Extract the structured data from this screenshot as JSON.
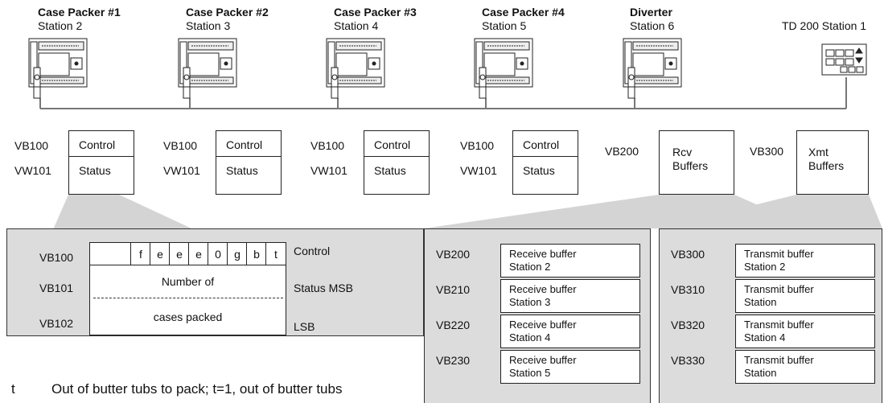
{
  "stations": [
    {
      "name": "Case Packer #1",
      "station": "Station 2"
    },
    {
      "name": "Case Packer #2",
      "station": "Station 3"
    },
    {
      "name": "Case Packer #3",
      "station": "Station 4"
    },
    {
      "name": "Case Packer #4",
      "station": "Station 5"
    },
    {
      "name": "Diverter",
      "station": "Station 6"
    }
  ],
  "td200": {
    "label": "TD 200 Station 1"
  },
  "memory": [
    {
      "addr1": "VB100",
      "addr2": "VW101",
      "row1": "Control",
      "row2": "Status"
    },
    {
      "addr1": "VB100",
      "addr2": "VW101",
      "row1": "Control",
      "row2": "Status"
    },
    {
      "addr1": "VB100",
      "addr2": "VW101",
      "row1": "Control",
      "row2": "Status"
    },
    {
      "addr1": "VB100",
      "addr2": "VW101",
      "row1": "Control",
      "row2": "Status"
    }
  ],
  "rcv": {
    "addr": "VB200",
    "line1": "Rcv",
    "line2": "Buffers"
  },
  "xmt": {
    "addr": "VB300",
    "line1": "Xmt",
    "line2": "Buffers"
  },
  "detail": {
    "rows": [
      "VB100",
      "VB101",
      "VB102"
    ],
    "bits": [
      "f",
      "e",
      "e",
      "e",
      "0",
      "g",
      "b",
      "t"
    ],
    "number_of": "Number of",
    "cases_packed": "cases packed",
    "control_label": "Control",
    "status_msb": "Status MSB",
    "lsb": "LSB"
  },
  "receive_buffers": [
    {
      "addr": "VB200",
      "line1": "Receive buffer",
      "line2": "Station 2"
    },
    {
      "addr": "VB210",
      "line1": "Receive buffer",
      "line2": "Station 3"
    },
    {
      "addr": "VB220",
      "line1": "Receive buffer",
      "line2": "Station 4"
    },
    {
      "addr": "VB230",
      "line1": "Receive buffer",
      "line2": "Station 5"
    }
  ],
  "transmit_buffers": [
    {
      "addr": "VB300",
      "line1": "Transmit buffer",
      "line2": "Station 2"
    },
    {
      "addr": "VB310",
      "line1": "Transmit buffer",
      "line2": "Station"
    },
    {
      "addr": "VB320",
      "line1": "Transmit buffer",
      "line2": "Station 4"
    },
    {
      "addr": "VB330",
      "line1": "Transmit buffer",
      "line2": "Station"
    }
  ],
  "legend": {
    "key": "t",
    "text": "Out of butter tubs to pack; t=1, out of butter tubs"
  }
}
